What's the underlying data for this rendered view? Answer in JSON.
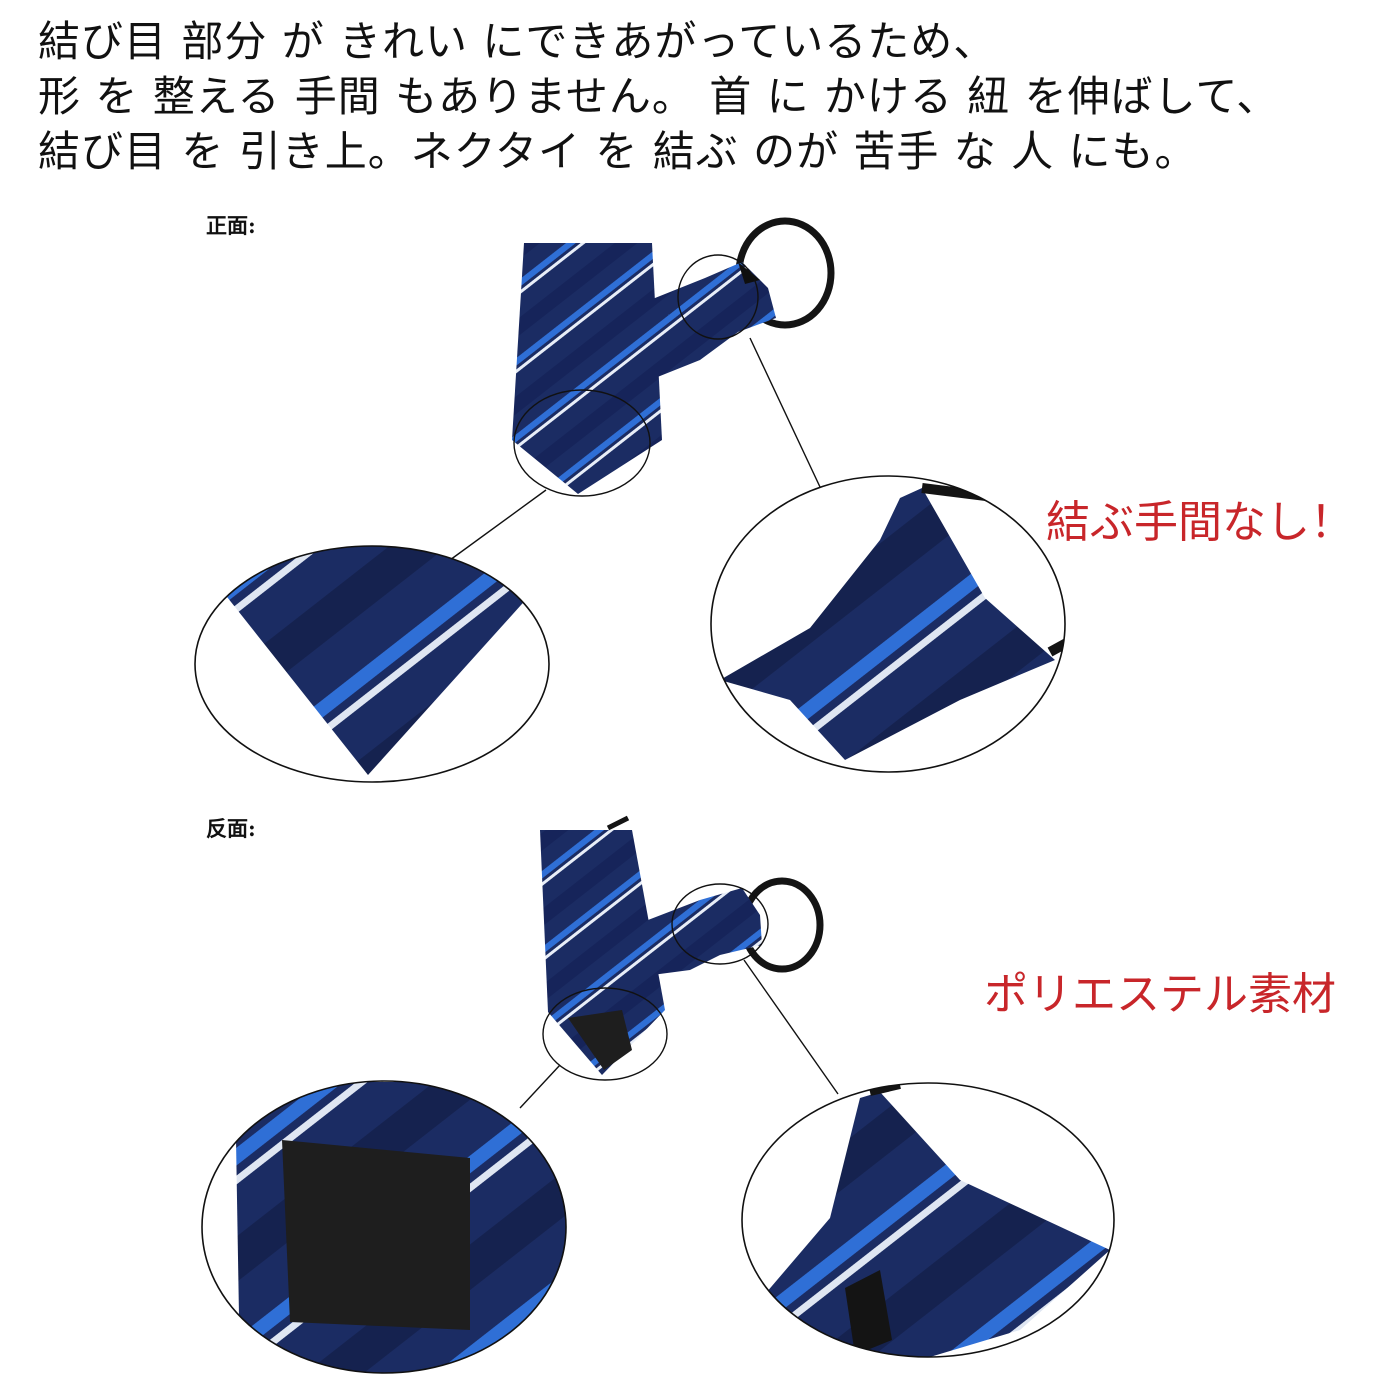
{
  "intro": {
    "lines": [
      "結び目 部分 が きれい にできあがっているため、",
      "形 を 整える 手間 もありません。 首 に かける 紐 を伸ばして、",
      "結び目 を 引き上。ネクタイ を 結ぶ のが 苦手 な 人 にも。"
    ]
  },
  "labels": {
    "front": "正面:",
    "back": "反面:"
  },
  "callouts": {
    "no_tying": "結ぶ手間なし！",
    "material": "ポリエステル素材"
  },
  "colors": {
    "tie_navy": "#1b2c63",
    "tie_dark": "#141f4a",
    "stripe_blue": "#2f6fd6",
    "stripe_white": "#e8eef8",
    "callout_red": "#c8262a",
    "lining": "#1e1e1e"
  }
}
